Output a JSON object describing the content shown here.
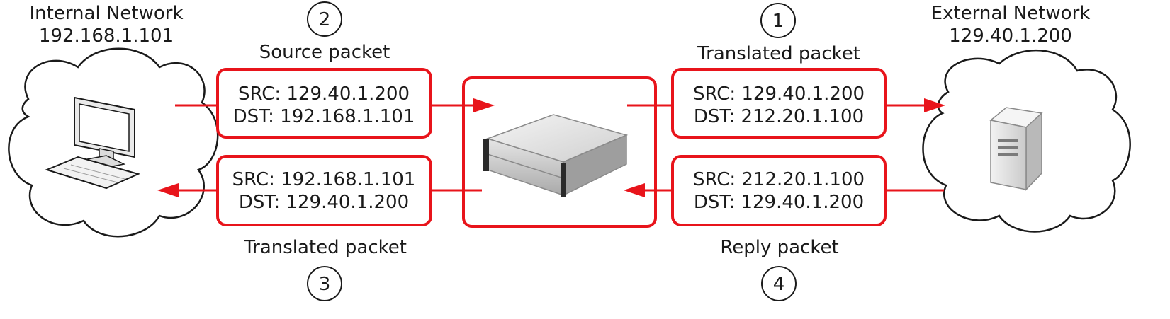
{
  "colors": {
    "accent": "#e8141b",
    "text": "#1a1a1a"
  },
  "internal_network": {
    "title": "Internal Network",
    "ip": "192.168.1.101"
  },
  "external_network": {
    "title": "External Network",
    "ip": "129.40.1.200"
  },
  "steps": {
    "step1": {
      "number": "1",
      "label": "Translated packet",
      "src": "SRC: 129.40.1.200",
      "dst": "DST: 212.20.1.100"
    },
    "step2": {
      "number": "2",
      "label": "Source packet",
      "src": "SRC: 129.40.1.200",
      "dst": "DST: 192.168.1.101"
    },
    "step3": {
      "number": "3",
      "label": "Translated packet",
      "src": "SRC: 192.168.1.101",
      "dst": "DST: 129.40.1.200"
    },
    "step4": {
      "number": "4",
      "label": "Reply packet",
      "src": "SRC: 212.20.1.100",
      "dst": "DST: 129.40.1.200"
    }
  },
  "icons": {
    "internal_host": "desktop-computer-icon",
    "nat_device": "rack-server-icon",
    "external_host": "tower-server-icon"
  }
}
